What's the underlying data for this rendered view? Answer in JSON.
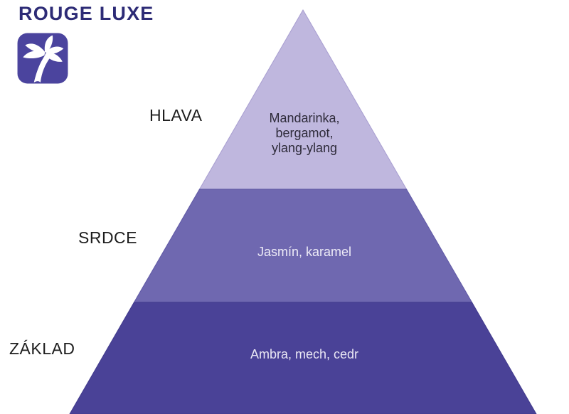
{
  "brand": {
    "name": "ROUGE LUXE",
    "name_color": "#2d2b76",
    "icon": "palm-tree-icon",
    "icon_bg_color": "#4b449e",
    "icon_fg_color": "#ffffff"
  },
  "pyramid": {
    "type": "fragrance-note-pyramid",
    "background": "#ffffff",
    "label_color": "#1d1d1d",
    "layers": [
      {
        "label": "HLAVA",
        "notes": "Mandarinka, bergamot, ylang-ylang",
        "notes_lines": [
          "Mandarinka,",
          "bergamot,",
          "ylang-ylang"
        ],
        "fill": "#bfb7de",
        "stroke": "#a79dd0",
        "text_color": "#2e2b3a"
      },
      {
        "label": "SRDCE",
        "notes": "Jasmín, karamel",
        "fill": "#6f68b0",
        "stroke": "#5f58a5",
        "text_color": "#edebf7"
      },
      {
        "label": "ZÁKLAD",
        "notes": "Ambra, mech, cedr",
        "fill": "#4a4297",
        "stroke": "#413a8c",
        "text_color": "#e9e7f4"
      }
    ]
  }
}
